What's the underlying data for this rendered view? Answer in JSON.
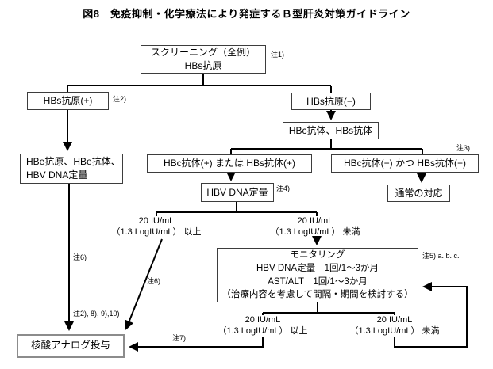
{
  "title": "図8　免疫抑制・化学療法により発症するＢ型肝炎対策ガイドライン",
  "nodes": {
    "screening": "スクリーニング（全例）\nHBs抗原",
    "hbs_positive": "HBs抗原(+)",
    "hbs_negative": "HBs抗原(−)",
    "hbc_hbs_test": "HBc抗体、HBs抗体",
    "hbc_or_hbs_positive": "HBc抗体(+) または HBs抗体(+)",
    "hbc_and_hbs_negative": "HBc抗体(−) かつ HBs抗体(−)",
    "hbv_dna_quant": "HBV DNA定量",
    "normal_response": "通常の対応",
    "hbe_panel": "HBe抗原、HBe抗体、\nHBV DNA定量",
    "monitoring": "モニタリング\nHBV DNA定量　1回/1～3か月\nAST/ALT　1回/1～3か月\n（治療内容を考慮して間隔・期間を検討する）",
    "nucleic_analog": "核酸アナログ投与"
  },
  "branch_labels": {
    "dna_over": "20 IU/mL\n（1.3 LogIU/mL） 以上",
    "dna_under": "20 IU/mL\n（1.3 LogIU/mL） 未満",
    "monitor_over": "20 IU/mL\n（1.3 LogIU/mL） 以上",
    "monitor_under": "20 IU/mL\n（1.3 LogIU/mL） 未満"
  },
  "notes": {
    "n1": "注1)",
    "n2": "注2)",
    "n3": "注3)",
    "n4": "注4)",
    "n5": "注5) a. b. c.",
    "n6": "注6)",
    "n7": "注7)",
    "n8": "注2), 8), 9),10)"
  },
  "colors": {
    "line": "#000000",
    "box_border": "#3d3d3d",
    "gray_box_border": "#8c8c8c",
    "background": "#ffffff"
  }
}
